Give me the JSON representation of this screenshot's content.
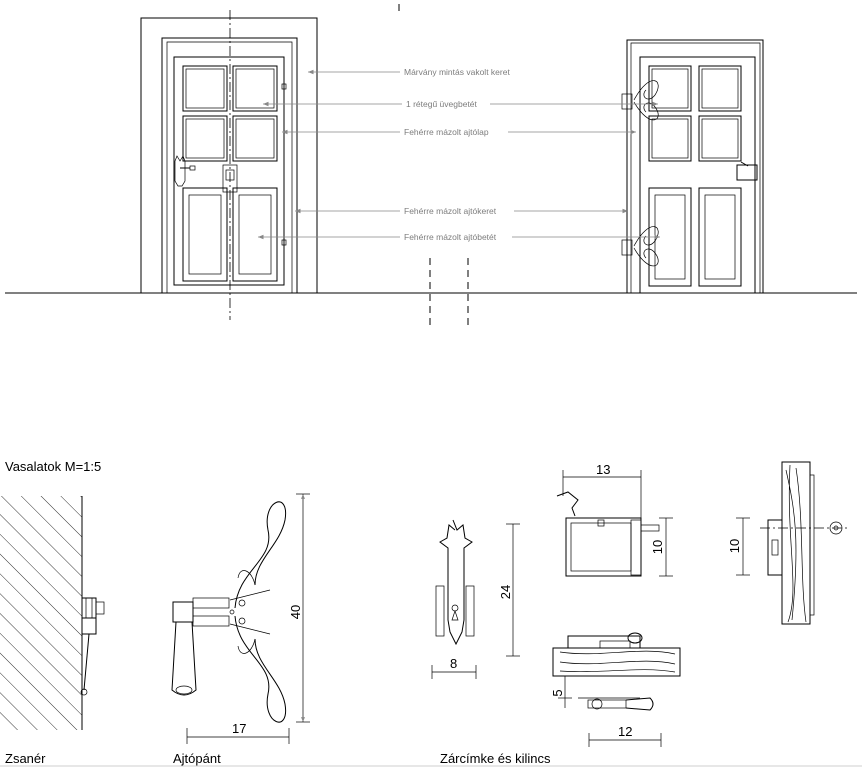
{
  "labels": {
    "frame": "Márvány mintás vakolt keret",
    "glass": "1 rétegű üvegbetét",
    "leaf": "Fehérre mázolt ajtólap",
    "doorframe": "Fehérre mázolt ajtókeret",
    "panel": "Fehérre mázolt ajtóbetét"
  },
  "section_title": "Vasalatok  M=1:5",
  "captions": {
    "hinge": "Zsanér",
    "strap": "Ajtópánt",
    "lock": "Zárcímke és kilincs"
  },
  "dimensions": {
    "strap_height": "40",
    "strap_width": "17",
    "escutcheon_height": "24",
    "escutcheon_width": "8",
    "lock_width": "13",
    "lock_height": "10",
    "side_height": "10",
    "bottom_height": "5",
    "bottom_width": "12"
  }
}
